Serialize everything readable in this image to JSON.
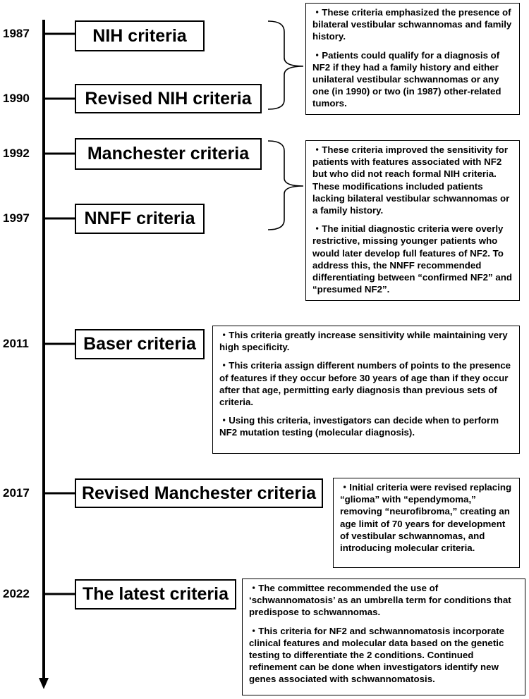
{
  "timeline": {
    "years": [
      "1987",
      "1990",
      "1992",
      "1997",
      "2011",
      "2017",
      "2022"
    ],
    "criteria": [
      "NIH criteria",
      "Revised NIH criteria",
      "Manchester criteria",
      "NNFF criteria",
      "Baser criteria",
      "Revised Manchester criteria",
      "The latest criteria"
    ]
  },
  "notes": {
    "nih": [
      "・These criteria emphasized the presence of bilateral vestibular schwannomas and family history.",
      "・Patients could qualify for a diagnosis of NF2 if they had a family history and either unilateral vestibular schwannomas or any one (in 1990) or two (in 1987) other-related tumors."
    ],
    "manchester": [
      "・These criteria  improved the sensitivity for patients with features associated with NF2 but who did not reach formal NIH criteria. These modifications included patients lacking bilateral vestibular schwannomas or a family history.",
      "・The initial diagnostic criteria were overly restrictive, missing younger patients who would later develop full features of NF2. To address this, the NNFF recommended differentiating between “confirmed NF2” and “presumed NF2”."
    ],
    "baser": [
      "・This criteria greatly increase sensitivity while maintaining very high specificity.",
      "・This criteria assign different numbers of points to the presence of features if they occur before 30 years of age than if they occur after that age, permitting early diagnosis than previous sets of criteria.",
      "・Using this criteria, investigators can decide when to perform NF2 mutation testing (molecular diagnosis)."
    ],
    "revised_manchester": [
      "・Initial criteria were revised replacing “glioma” with “ependymoma,” removing “neurofibroma,” creating an age limit of 70 years for development of vestibular schwannomas, and introducing molecular criteria."
    ],
    "latest": [
      "・The committee recommended the use of ‘schwannomatosis’ as an umbrella term for conditions that predispose to schwannomas.",
      "・This criteria for NF2 and schwannomatosis incorporate clinical features and molecular data based on the genetic testing to differentiate the 2 conditions. Continued refinement can be done when investigators identify new genes associated with schwannomatosis."
    ]
  }
}
